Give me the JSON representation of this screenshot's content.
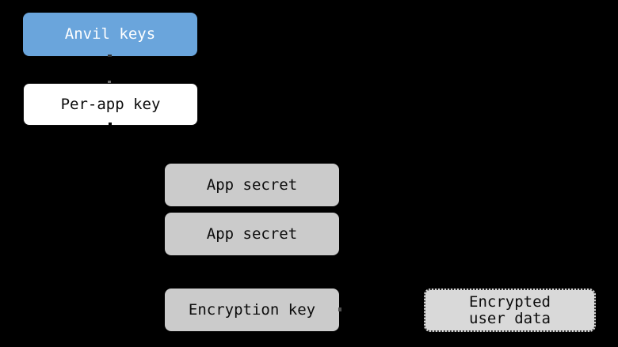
{
  "canvas": {
    "background_color": "#000000",
    "description": "Key hierarchy diagram"
  },
  "colors": {
    "anvil_blue": "#6aa5dc",
    "box_gray": "#cbcbcb",
    "dashed_box_gray": "#d9d9d9",
    "white": "#ffffff",
    "text_dark": "#0c0c0c",
    "text_light": "#ffffff"
  },
  "nodes": {
    "anvil_keys": {
      "label": "Anvil keys",
      "fill": "#6aa5dc",
      "text_color": "#ffffff",
      "border_style": "none"
    },
    "per_app_key": {
      "label": "Per-app key",
      "fill": "#ffffff",
      "text_color": "#0c0c0c",
      "border_style": "solid"
    },
    "app_secret_1": {
      "label": "App secret",
      "fill": "#cbcbcb",
      "text_color": "#0c0c0c",
      "border_style": "none"
    },
    "app_secret_2": {
      "label": "App secret",
      "fill": "#cbcbcb",
      "text_color": "#0c0c0c",
      "border_style": "none"
    },
    "encryption_key": {
      "label": "Encryption key",
      "fill": "#cbcbcb",
      "text_color": "#0c0c0c",
      "border_style": "none"
    },
    "encrypted_user_data": {
      "label": "Encrypted\nuser data",
      "fill": "#d9d9d9",
      "text_color": "#0c0c0c",
      "border_style": "dotted"
    }
  }
}
